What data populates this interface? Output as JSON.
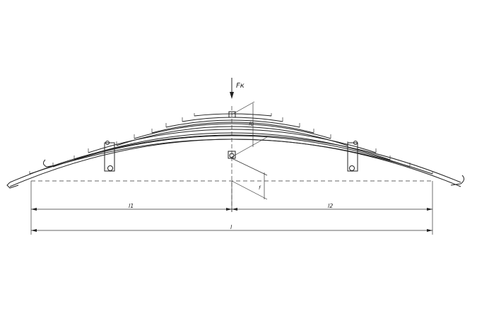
{
  "drawing": {
    "force_label": "Fк",
    "dim_left_label": "l1",
    "dim_right_label": "l2",
    "dim_total_label": "l",
    "deflect_upper_label": "f0",
    "deflect_lower_label": "f"
  },
  "colors": {
    "line": "#222222",
    "background": "#ffffff"
  }
}
